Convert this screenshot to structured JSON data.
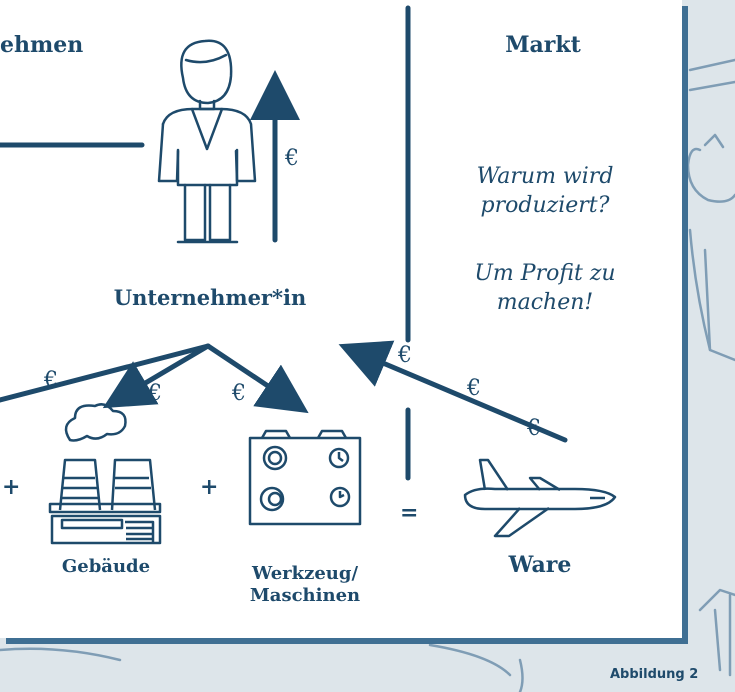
{
  "labels": {
    "unternehmen_partial": "ehmen",
    "markt": "Markt",
    "unternehmer": "Unternehmer*in",
    "gebaeude": "Gebäude",
    "werkzeug_line1": "Werkzeug/",
    "werkzeug_line2": "Maschinen",
    "ware": "Ware"
  },
  "question": {
    "line1": "Warum wird",
    "line2": "produziert?",
    "answer_line1": "Um Profit zu",
    "answer_line2": "machen!"
  },
  "symbols": {
    "euro": "€",
    "plus": "+",
    "equals": "="
  },
  "caption": "Abbildung 2",
  "colors": {
    "primary": "#1e4a6b",
    "background": "#dde5ea",
    "shadow": "#3f6f93"
  },
  "icons": [
    "person-icon",
    "factory-icon",
    "machine-panel-icon",
    "airplane-icon"
  ]
}
